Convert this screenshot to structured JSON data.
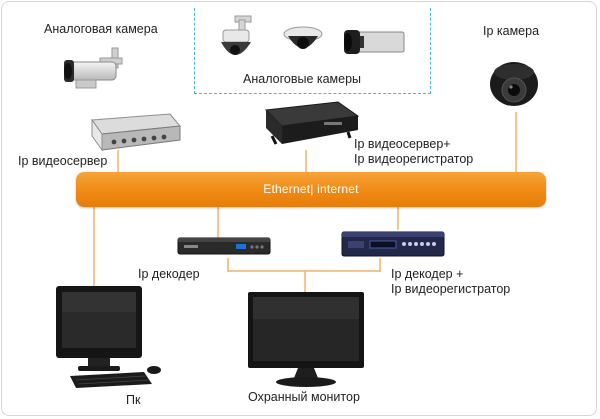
{
  "labels": {
    "analog_camera": "Аналоговая камера",
    "analog_cameras": "Аналоговые камеры",
    "ip_camera": "Ip камера",
    "ip_videoserver": "Ip видеосервер",
    "ip_videoserver_dvr_line1": "Ip видеосервер+",
    "ip_videoserver_dvr_line2": "Ip видеорегистратор",
    "ethernet": "Ethernet| internet",
    "ip_decoder": "Ip декодер",
    "ip_decoder_dvr_line1": "Ip  декодер +",
    "ip_decoder_dvr_line2": "Ip видеорегистратор",
    "pc": "Пк",
    "security_monitor": "Охранный монитор"
  },
  "colors": {
    "bus": "#f08a14",
    "wire": "#f2b26a",
    "dashed_group": "#48b6cc"
  }
}
